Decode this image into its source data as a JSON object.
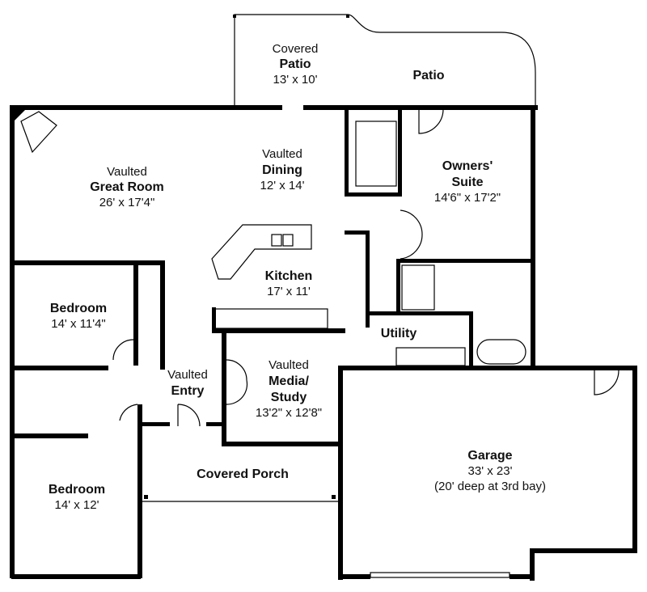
{
  "rooms": {
    "covered_patio": {
      "line1": "Covered",
      "line2": "Patio",
      "size": "13' x 10'"
    },
    "patio": {
      "name": "Patio"
    },
    "great_room": {
      "line1": "Vaulted",
      "line2": "Great Room",
      "size": "26' x 17'4\""
    },
    "dining": {
      "line1": "Vaulted",
      "line2": "Dining",
      "size": "12' x 14'"
    },
    "owners_suite": {
      "line1": "Owners'",
      "line2": "Suite",
      "size": "14'6\" x 17'2\""
    },
    "kitchen": {
      "name": "Kitchen",
      "size": "17' x 11'"
    },
    "bedroom1": {
      "name": "Bedroom",
      "size": "14' x 11'4\""
    },
    "utility": {
      "name": "Utility"
    },
    "entry": {
      "line1": "Vaulted",
      "line2": "Entry"
    },
    "media_study": {
      "line1": "Vaulted",
      "line2": "Media/",
      "line3": "Study",
      "size": "13'2\" x 12'8\""
    },
    "garage": {
      "name": "Garage",
      "size": "33' x 23'",
      "note": "(20' deep at 3rd bay)"
    },
    "covered_porch": {
      "name": "Covered Porch"
    },
    "bedroom2": {
      "name": "Bedroom",
      "size": "14' x 12'"
    }
  }
}
